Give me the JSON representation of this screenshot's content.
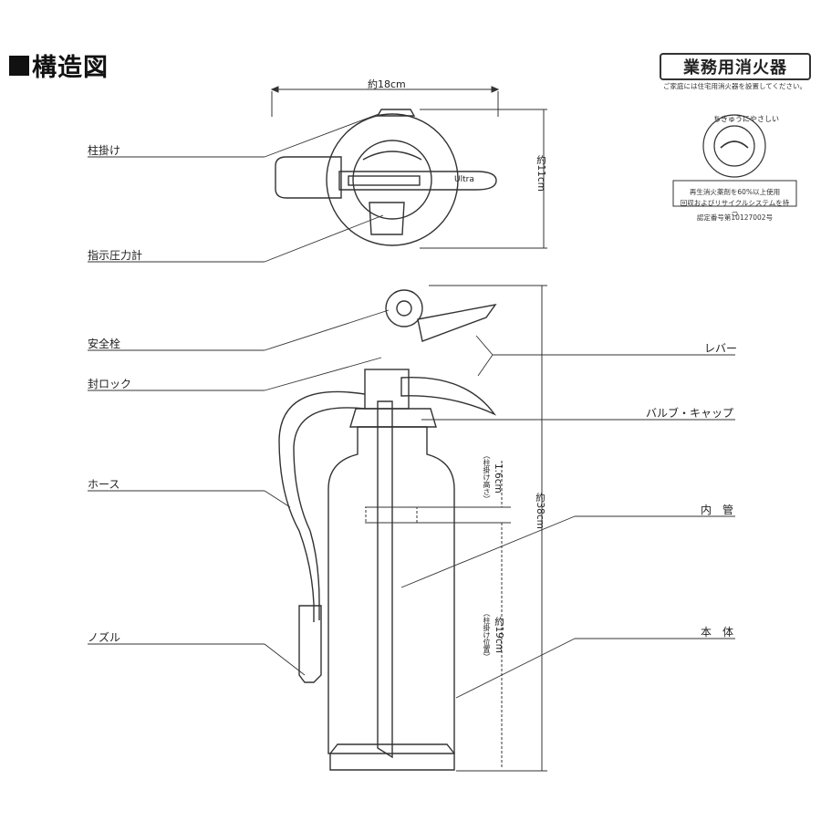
{
  "title": "構造図",
  "badge": {
    "title": "業務用消火器",
    "note": "ご家庭には住宅用消火器を設置してください。"
  },
  "eco_mark": {
    "arc_text": "ちきゅうにやさしい",
    "line1": "再生消火薬剤を60%以上使用",
    "line2": "回収およびリサイクルシステムを持つ",
    "cert_number": "認定番号第10127002号"
  },
  "dimensions": {
    "width": "約18cm",
    "depth": "約11cm",
    "height": "約38cm",
    "hook_height_label": "（柱掛け高さ）",
    "hook_height_value": "1.6cm",
    "hook_position_label": "（柱掛け位置）",
    "hook_position_value": "約19cm"
  },
  "parts": {
    "hook": "柱掛け",
    "gauge": "指示圧力計",
    "safety_pin": "安全栓",
    "seal_lock": "封ロック",
    "hose": "ホース",
    "nozzle": "ノズル",
    "lever": "レバー",
    "valve_cap": "バルブ・キャップ",
    "inner_tube": "内　管",
    "body": "本　体"
  },
  "top_view_text": "Ultra"
}
